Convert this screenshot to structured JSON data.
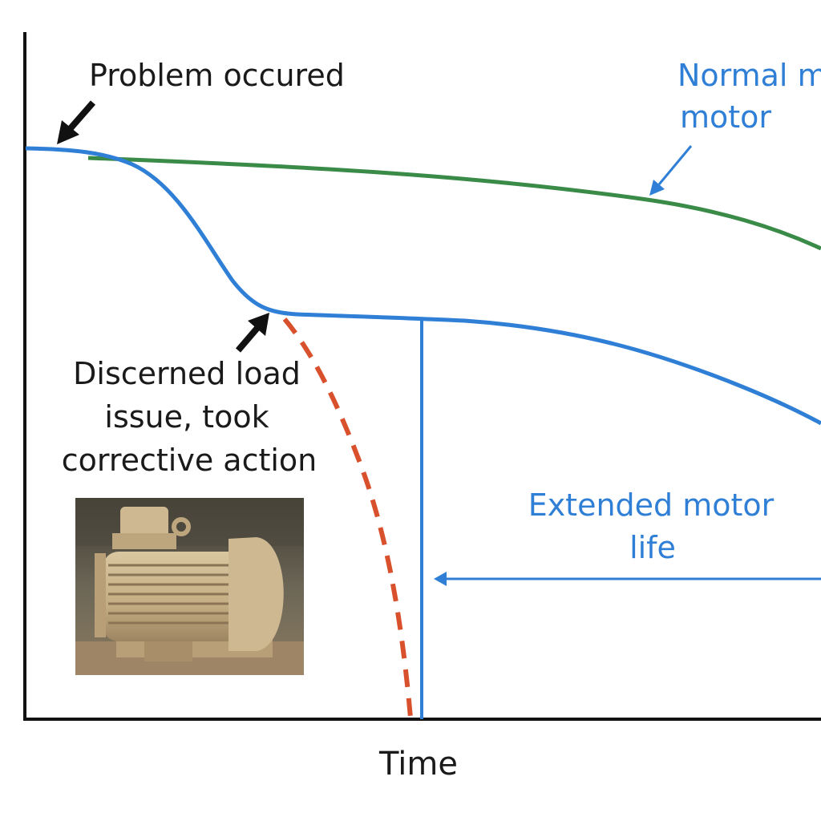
{
  "chart_data": {
    "type": "line",
    "xlabel": "Time",
    "ylabel": "",
    "series": [
      {
        "name": "Normal motor",
        "color": "#3a8a48",
        "style": "solid"
      },
      {
        "name": "",
        "color": "#2f7fd6",
        "style": "solid"
      },
      {
        "name": "",
        "color": "#d9512c",
        "style": "dashed"
      }
    ],
    "annotations": {
      "problem": "Problem occured",
      "normal_line1": "Normal m",
      "normal_line2": "motor",
      "discerned_line1": "Discerned load",
      "discerned_line2": "issue, took",
      "discerned_line3": "corrective action",
      "extended_line1": "Extended motor",
      "extended_line2": "life"
    },
    "grid": false,
    "legend": "none"
  },
  "image": {
    "description": "photo-of-electric-motor"
  },
  "colors": {
    "axis": "#111111",
    "arrow_dark": "#111111",
    "arrow_blue": "#2f7fd6"
  }
}
